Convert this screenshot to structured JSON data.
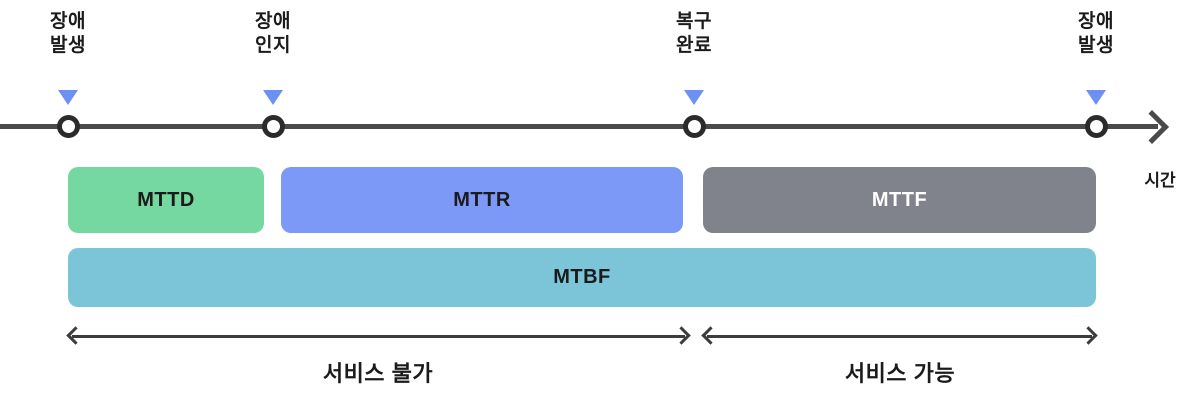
{
  "colors": {
    "background": "#ffffff",
    "mttd": "#76d8a1",
    "mttr": "#7d99f8",
    "mttf": "#80838b",
    "mtbf": "#7cc4d8",
    "marker": "#6d90f3",
    "axis": "#4a4a4a",
    "node_ring": "#2b2b2b",
    "node_fill": "#ffffff",
    "arrow": "#3c3c3c",
    "text_dark": "#1b1b1b",
    "text_light": "#ffffff"
  },
  "timeline": {
    "axis_label": "시간",
    "events": [
      {
        "label": "장애\n발생"
      },
      {
        "label": "장애\n인지"
      },
      {
        "label": "복구\n완료"
      },
      {
        "label": "장애\n발생"
      }
    ]
  },
  "bars": [
    {
      "id": "mttd",
      "label": "MTTD"
    },
    {
      "id": "mttr",
      "label": "MTTR"
    },
    {
      "id": "mttf",
      "label": "MTTF"
    },
    {
      "id": "mtbf",
      "label": "MTBF"
    }
  ],
  "spans": [
    {
      "label": "서비스 불가"
    },
    {
      "label": "서비스 가능"
    }
  ]
}
